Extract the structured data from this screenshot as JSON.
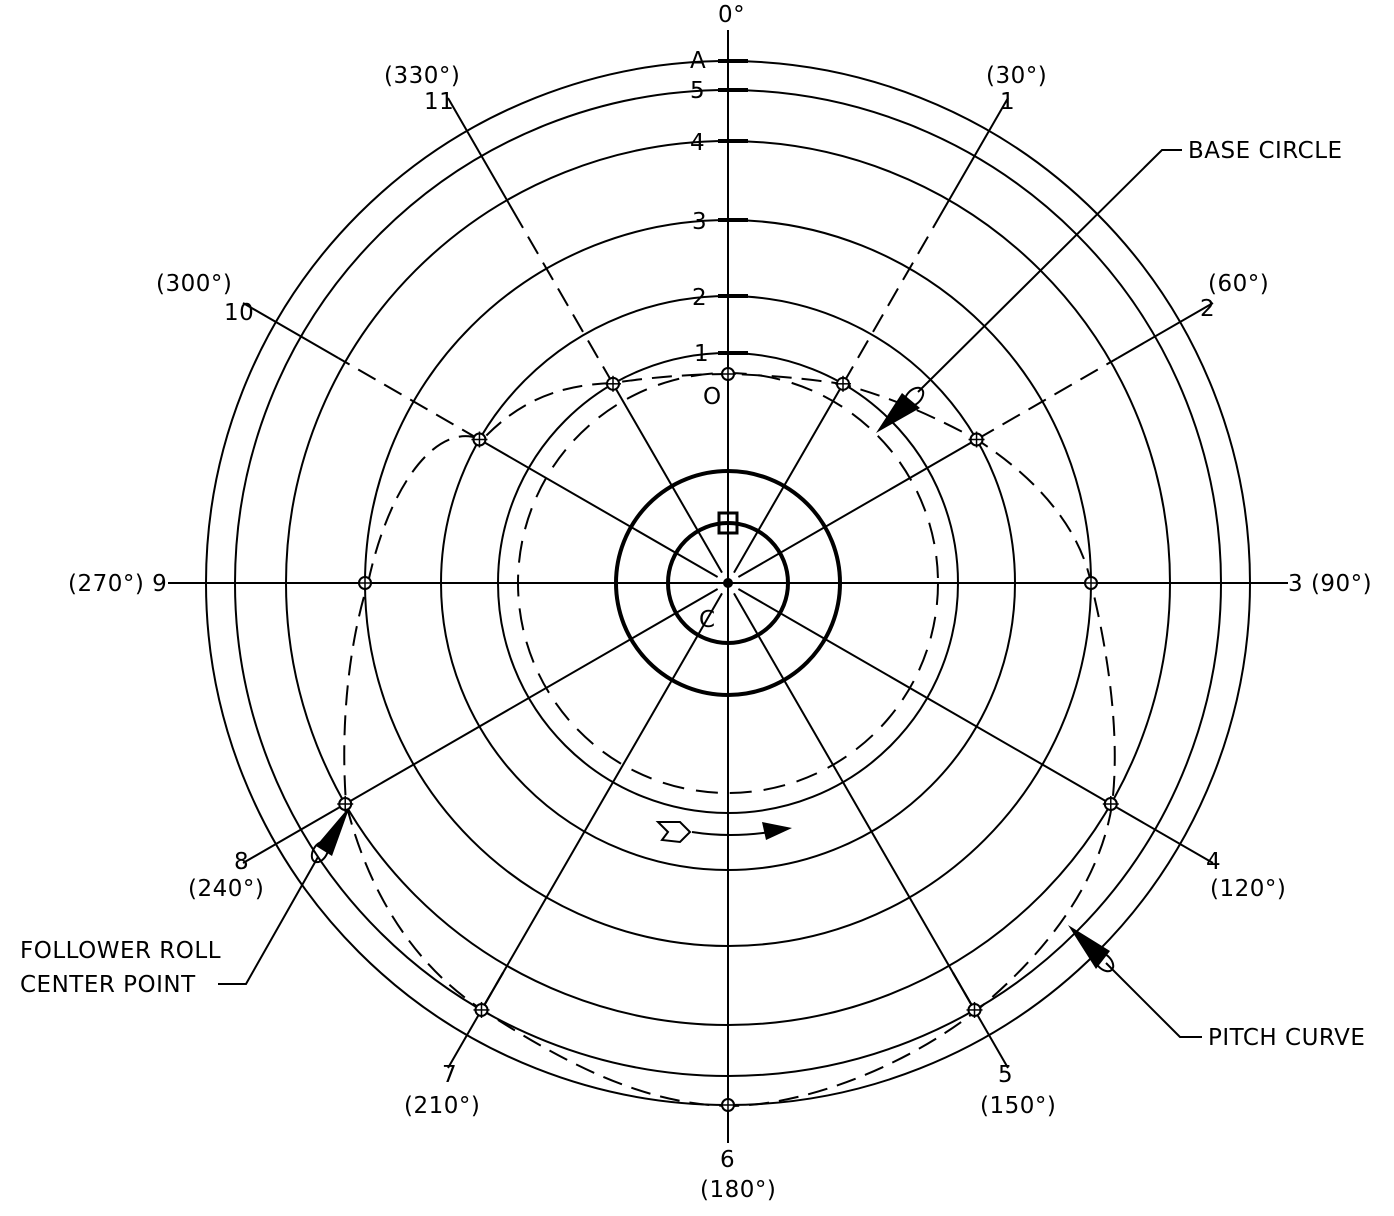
{
  "labels": {
    "zero_deg": "0°",
    "point_a": "A",
    "point_o": "O",
    "point_c": "C",
    "base_circle": "BASE CIRCLE",
    "pitch_curve": "PITCH CURVE",
    "follower_line1": "FOLLOWER ROLL",
    "follower_line2": "CENTER POINT"
  },
  "scale": [
    "1",
    "2",
    "3",
    "4",
    "5"
  ],
  "stations": [
    {
      "num": "0",
      "angle": "0°"
    },
    {
      "num": "1",
      "angle": "(30°)"
    },
    {
      "num": "2",
      "angle": "(60°)"
    },
    {
      "num": "3",
      "angle": "(90°)"
    },
    {
      "num": "4",
      "angle": "(120°)"
    },
    {
      "num": "5",
      "angle": "(150°)"
    },
    {
      "num": "6",
      "angle": "(180°)"
    },
    {
      "num": "7",
      "angle": "(210°)"
    },
    {
      "num": "8",
      "angle": "(240°)"
    },
    {
      "num": "9",
      "angle": "(270°)"
    },
    {
      "num": "10",
      "angle": "(300°)"
    },
    {
      "num": "11",
      "angle": "(330°)"
    }
  ],
  "combined": {
    "left": "(270°) 9",
    "right": "3 (90°)"
  },
  "colors": {
    "ink": "#000000",
    "paper": "#ffffff"
  }
}
